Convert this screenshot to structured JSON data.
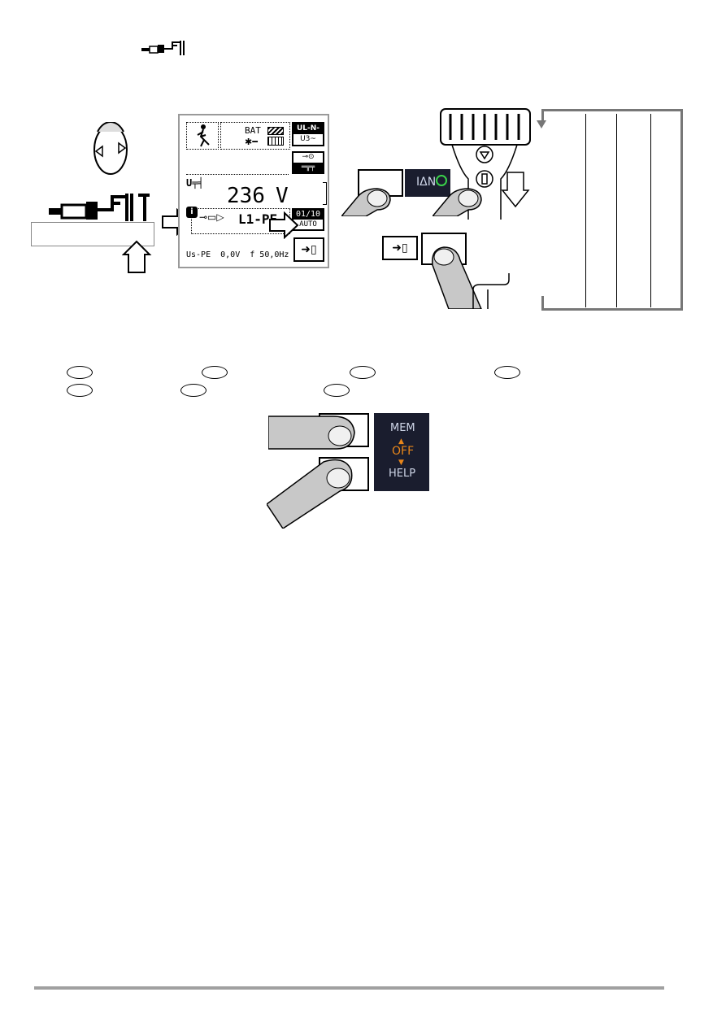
{
  "display": {
    "bat_label": "BAT",
    "mode_badge": "UL-N-PE",
    "mode_badge_sub": "U3~",
    "voltage_value": "236",
    "voltage_unit": "V",
    "counter": "01/10",
    "auto_label": "AUTO",
    "connection": "L1-PE",
    "status_line": "Us-PE  0,0V  f 50,0Hz"
  },
  "buttons": {
    "idn_label": "IΔN",
    "mem_label": "MEM",
    "off_label": "OFF",
    "help_label": "HELP"
  },
  "colors": {
    "accent_orange": "#e8861a",
    "accent_green": "#3ad24a",
    "panel_dark": "#1a1d2e"
  }
}
